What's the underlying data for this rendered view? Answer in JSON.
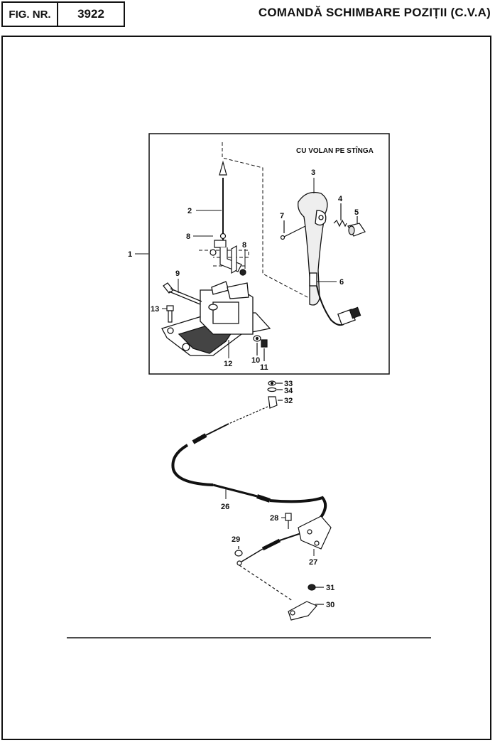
{
  "header": {
    "fig_label": "FIG. NR.",
    "fig_number": "3922",
    "title": "COMANDĂ SCHIMBARE POZIȚII (C.V.A)"
  },
  "inset": {
    "title": "CU VOLAN PE STÎNGA"
  },
  "callouts": {
    "c1": "1",
    "c2": "2",
    "c3": "3",
    "c4": "4",
    "c5": "5",
    "c6": "6",
    "c7": "7",
    "c8a": "8",
    "c8b": "8",
    "c9": "9",
    "c10": "10",
    "c11": "11",
    "c12": "12",
    "c13": "13",
    "c26": "26",
    "c27": "27",
    "c28": "28",
    "c29": "29",
    "c30": "30",
    "c31": "31",
    "c32": "32",
    "c33": "33",
    "c34": "34"
  }
}
